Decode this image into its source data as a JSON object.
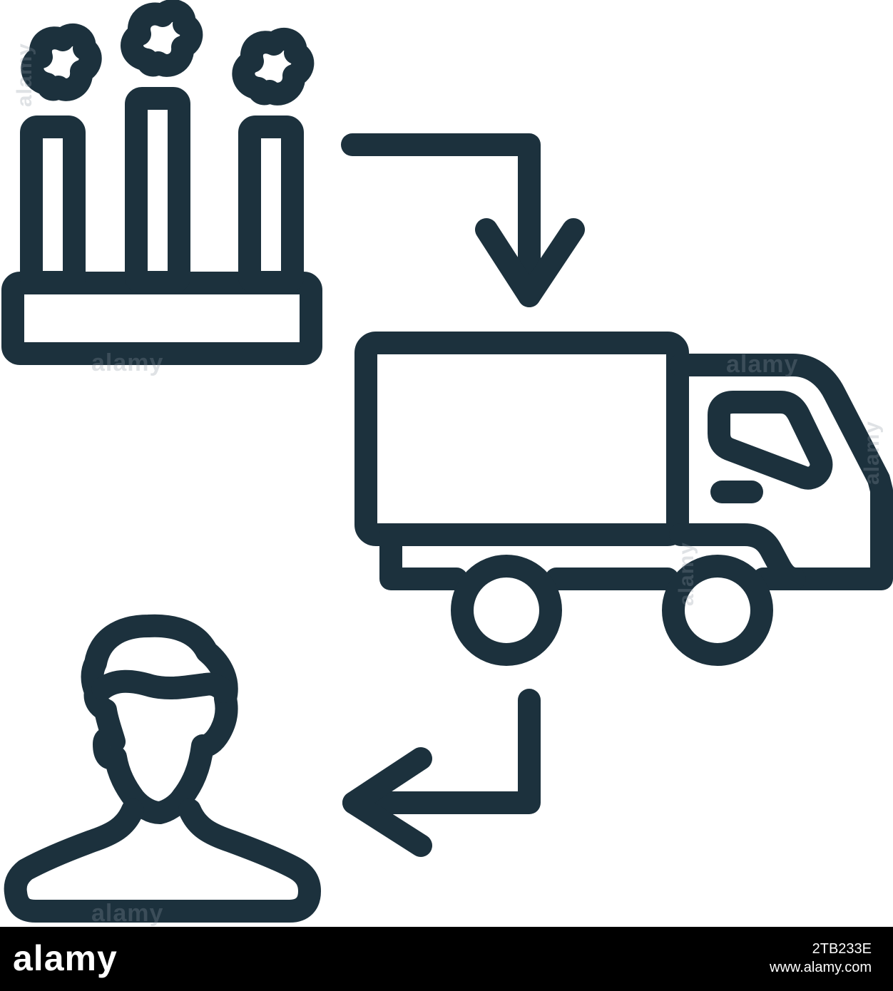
{
  "illustration": {
    "stroke_color": "#1c313d",
    "background_color": "#ffffff",
    "icons": [
      "factory-icon",
      "arrow-down-icon",
      "truck-icon",
      "arrow-left-icon",
      "person-icon"
    ]
  },
  "watermark": {
    "text": "alamy"
  },
  "footer": {
    "logo": "alamy",
    "image_id": "2TB233E",
    "site": "www.alamy.com",
    "background_color": "#000000"
  }
}
